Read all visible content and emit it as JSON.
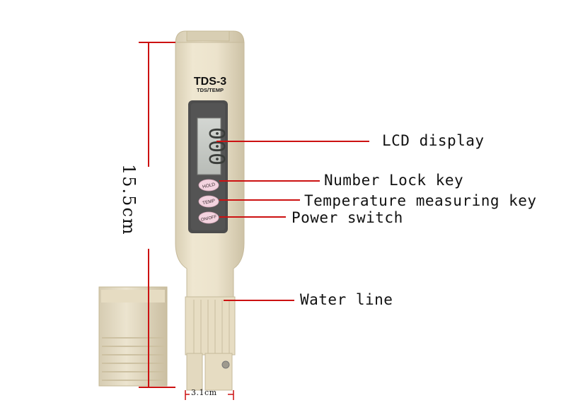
{
  "device": {
    "model": "TDS-3",
    "subtitle": "TDS/TEMP",
    "lcd_reading": "000",
    "buttons": {
      "hold": "HOLD",
      "temp": "TEMP",
      "power": "ON/OFF"
    }
  },
  "labels": {
    "lcd_display": "LCD display",
    "number_lock": "Number Lock key",
    "temperature": "Temperature measuring key",
    "power": "Power switch",
    "water_line": "Water line"
  },
  "dimensions": {
    "height": "15.5cm",
    "width": "3.1cm"
  },
  "colors": {
    "body": "#ece3cc",
    "body_edge": "#cfc4a8",
    "screen_frame": "#4a4a4a",
    "lcd": "#c9ccc8",
    "button": "#f3d3df",
    "leader_line": "#cc1111"
  }
}
